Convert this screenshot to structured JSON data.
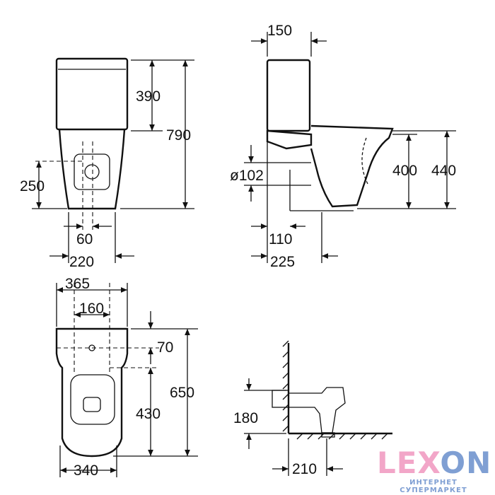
{
  "front_view": {
    "dims": {
      "tank_height": "390",
      "total_height": "790",
      "outlet_height": "250",
      "inlet_offset": "60",
      "base_width": "220"
    }
  },
  "side_view": {
    "dims": {
      "tank_depth": "150",
      "bowl_height_outer": "440",
      "bowl_height_inner": "400",
      "outlet_diameter": "ø102",
      "outlet_offset": "110",
      "outlet_distance": "225"
    }
  },
  "top_view": {
    "dims": {
      "tank_width": "365",
      "hole_spacing": "160",
      "hole_offset": "70",
      "total_length": "650",
      "bowl_length": "430",
      "bowl_width": "340"
    }
  },
  "installation_view": {
    "dims": {
      "outlet_height": "180",
      "wall_distance": "210"
    }
  },
  "logo": {
    "brand_left": "LEX",
    "brand_o": "O",
    "brand_right": "N",
    "tagline": "ИНТЕРНЕТ СУПЕРМАРКЕТ",
    "colors": {
      "pink": "#f2a6c8",
      "blue": "#7f9fd3"
    }
  }
}
